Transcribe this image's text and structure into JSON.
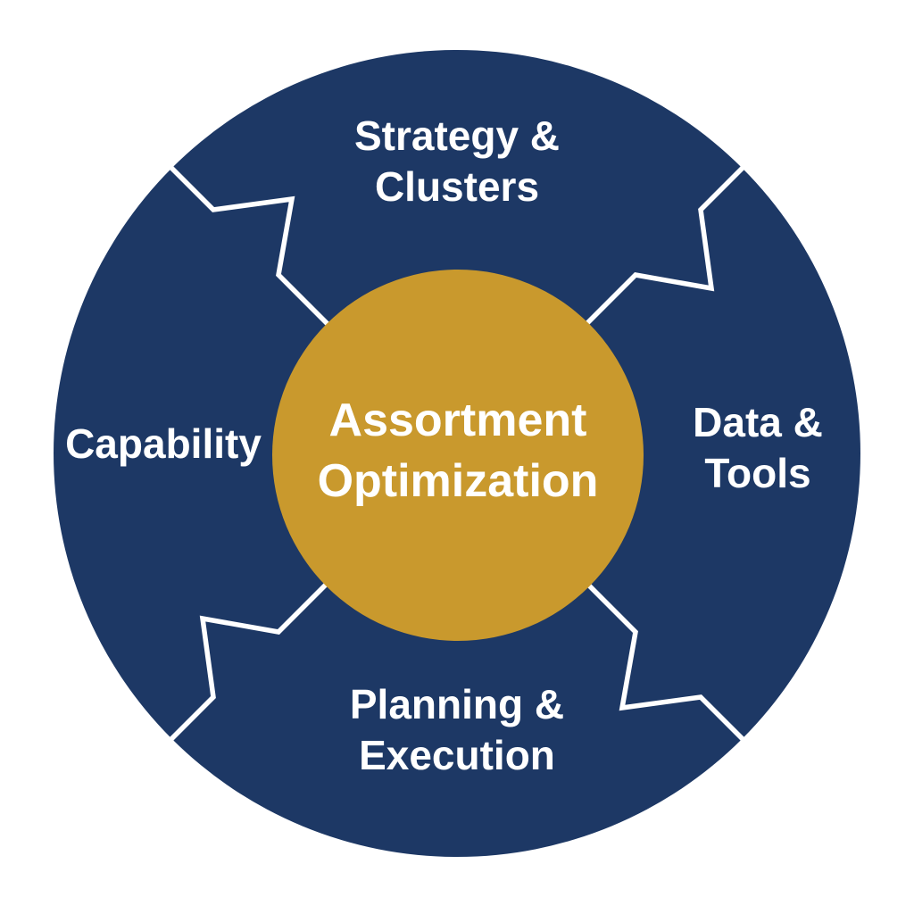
{
  "diagram": {
    "type": "segmented-cycle",
    "hub": {
      "label": "Assortment Optimization",
      "lines": [
        "Assortment",
        "Optimization"
      ]
    },
    "segments": [
      {
        "id": "strategy-clusters",
        "position": "top",
        "label": "Strategy & Clusters",
        "lines": [
          "Strategy &",
          "Clusters"
        ]
      },
      {
        "id": "data-tools",
        "position": "right",
        "label": "Data & Tools",
        "lines": [
          "Data &",
          "Tools"
        ]
      },
      {
        "id": "planning-execution",
        "position": "bottom",
        "label": "Planning & Execution",
        "lines": [
          "Planning &",
          "Execution"
        ]
      },
      {
        "id": "capability",
        "position": "left",
        "label": "Capability",
        "lines": [
          "Capability"
        ]
      }
    ]
  },
  "colors": {
    "ring_navy": "#1d3865",
    "hub_gold": "#c9992d",
    "divider_white": "#ffffff",
    "text_white": "#ffffff",
    "background": "#ffffff"
  }
}
